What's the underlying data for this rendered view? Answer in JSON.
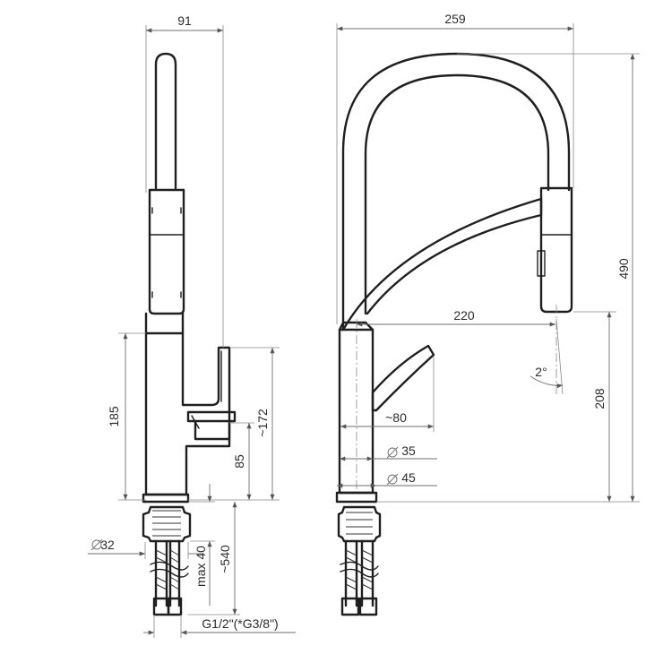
{
  "dimensions": {
    "side_width": "91",
    "front_width": "259",
    "total_height": "490",
    "spout_reach": "220",
    "outlet_height": "208",
    "handle_height": "185",
    "lever_height": "~172",
    "lever_axis_height": "85",
    "base_diameter": "32",
    "max_thickness": "max 40",
    "hose_length": "~540",
    "connection_thread": "G1/2\"(*G3/8\")",
    "lever_reach": "~80",
    "body_diameter": "35",
    "flange_diameter": "45",
    "spray_angle": "2°"
  },
  "colors": {
    "line": "#1f1f1f",
    "dimension": "#6e6e6e",
    "background": "#ffffff"
  }
}
